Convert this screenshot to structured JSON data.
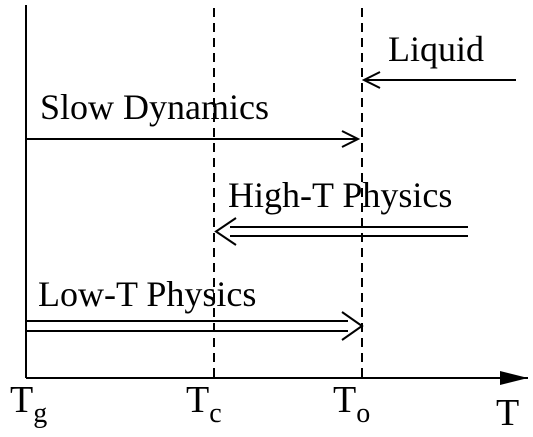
{
  "diagram": {
    "arrows": {
      "liquid": "Liquid",
      "slow_dynamics": "Slow Dynamics",
      "high_t_physics": "High-T Physics",
      "low_t_physics": "Low-T Physics"
    },
    "axis": {
      "tg": {
        "main": "T",
        "sub": "g"
      },
      "tc": {
        "main": "T",
        "sub": "c"
      },
      "to": {
        "main": "T",
        "sub": "o"
      },
      "t": "T"
    }
  }
}
